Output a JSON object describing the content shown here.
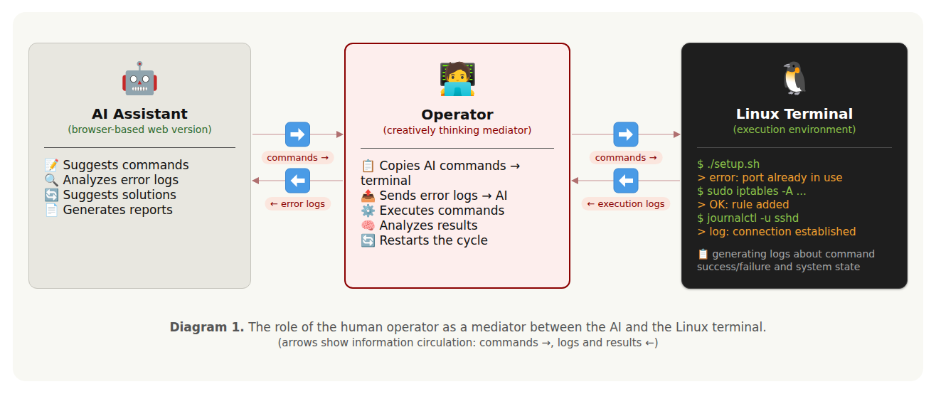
{
  "diagram": {
    "caption": "Diagram 1. The role of the human operator as a mediator between the AI and the Linux terminal.",
    "nodes": [
      {
        "text": [
          "🤖",
          "AI Assistant",
          "(browser-based web version)",
          "📝 Suggests commands",
          "🔍 Analyzes error logs",
          "🔄 Suggests solutions",
          "📄 Generates reports"
        ]
      },
      {
        "text": [
          "🧑‍💻",
          "Operator",
          "(creatively thinking mediator)",
          "📋 Copies AI commands → terminal",
          "📤 Sends error logs → AI",
          "⚙️ Executes commands",
          "🧠 Analyzes results",
          "🔄 Restarts the cycle"
        ]
      },
      {
        "text": [
          "🐧",
          "Linux Terminal",
          "(execution environment)",
          "$ ./setup.sh",
          "> error: port already in use",
          "$ sudo iptables -A ...",
          "> OK: rule added",
          "$ journalctl -u sshd",
          "> log: connection established",
          "📋 generating logs about command success/failure and system state"
        ]
      }
    ],
    "edges": [
      {
        "from": 0,
        "to": 1,
        "label": "commands →",
        "arrow": "to"
      },
      {
        "from": 1,
        "to": 0,
        "label": "← error logs",
        "arrow": "to"
      },
      {
        "from": 1,
        "to": 2,
        "label": "commands →",
        "arrow": "to"
      },
      {
        "from": 2,
        "to": 1,
        "label": "← execution logs",
        "arrow": "to"
      }
    ],
    "labels": [
      "(arrows show information circulation: commands →, logs and results ←)"
    ]
  }
}
